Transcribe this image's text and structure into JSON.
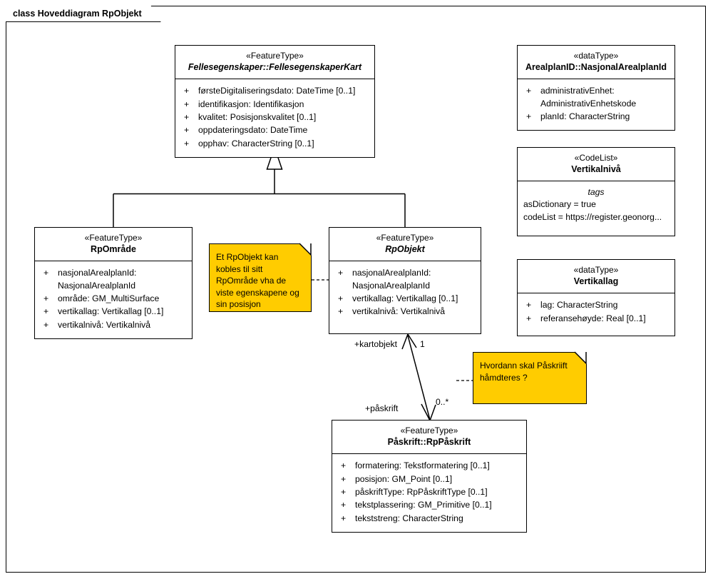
{
  "diagram": {
    "title": "class Hoveddiagram RpObjekt",
    "note_color": "#FFCC00"
  },
  "classes": {
    "fellesegenskaper": {
      "stereotype": "«FeatureType»",
      "name": "Fellesegenskaper::FellesegenskaperKart",
      "attributes": [
        {
          "vis": "+",
          "text": "førsteDigitaliseringsdato: DateTime [0..1]"
        },
        {
          "vis": "+",
          "text": "identifikasjon: Identifikasjon"
        },
        {
          "vis": "+",
          "text": "kvalitet: Posisjonskvalitet [0..1]"
        },
        {
          "vis": "+",
          "text": "oppdateringsdato: DateTime"
        },
        {
          "vis": "+",
          "text": "opphav: CharacterString [0..1]"
        }
      ]
    },
    "arealplanid": {
      "stereotype": "«dataType»",
      "name": "ArealplanID::NasjonalArealplanId",
      "attributes": [
        {
          "vis": "+",
          "text": "administrativEnhet: AdministrativEnhetskode"
        },
        {
          "vis": "+",
          "text": "planId: CharacterString"
        }
      ]
    },
    "vertikalniva": {
      "stereotype": "«CodeList»",
      "name": "Vertikalnivå",
      "tags_title": "tags",
      "tags": [
        "asDictionary = true",
        "codeList = https://register.geonorg..."
      ]
    },
    "vertikallag": {
      "stereotype": "«dataType»",
      "name": "Vertikallag",
      "attributes": [
        {
          "vis": "+",
          "text": "lag: CharacterString"
        },
        {
          "vis": "+",
          "text": "referansehøyde: Real [0..1]"
        }
      ]
    },
    "rpomrade": {
      "stereotype": "«FeatureType»",
      "name": "RpOmråde",
      "attributes": [
        {
          "vis": "+",
          "text": "nasjonalArealplanId: NasjonalArealplanId"
        },
        {
          "vis": "+",
          "text": "område: GM_MultiSurface"
        },
        {
          "vis": "+",
          "text": "vertikallag: Vertikallag [0..1]"
        },
        {
          "vis": "+",
          "text": "vertikalnivå: Vertikalnivå"
        }
      ]
    },
    "rpobjekt": {
      "stereotype": "«FeatureType»",
      "name": "RpObjekt",
      "attributes": [
        {
          "vis": "+",
          "text": "nasjonalArealplanId: NasjonalArealplanId"
        },
        {
          "vis": "+",
          "text": "vertikallag: Vertikallag [0..1]"
        },
        {
          "vis": "+",
          "text": "vertikalnivå: Vertikalnivå"
        }
      ]
    },
    "rppaskrift": {
      "stereotype": "«FeatureType»",
      "name": "Påskrift::RpPåskrift",
      "attributes": [
        {
          "vis": "+",
          "text": "formatering: Tekstformatering [0..1]"
        },
        {
          "vis": "+",
          "text": "posisjon: GM_Point [0..1]"
        },
        {
          "vis": "+",
          "text": "påskriftType: RpPåskriftType [0..1]"
        },
        {
          "vis": "+",
          "text": "tekstplassering: GM_Primitive [0..1]"
        },
        {
          "vis": "+",
          "text": "tekststreng: CharacterString"
        }
      ]
    }
  },
  "notes": {
    "note_rpobjekt": "Et RpObjekt kan kobles til sitt RpOmråde vha de viste egenskapene og sin posisjon",
    "note_paskrift": "Hvordann skal Påskriift håmdteres ?"
  },
  "associations": {
    "kartobjekt_role": "+kartobjekt",
    "kartobjekt_mult": "1",
    "paskrift_role": "+påskrift",
    "paskrift_mult": "0..*"
  }
}
